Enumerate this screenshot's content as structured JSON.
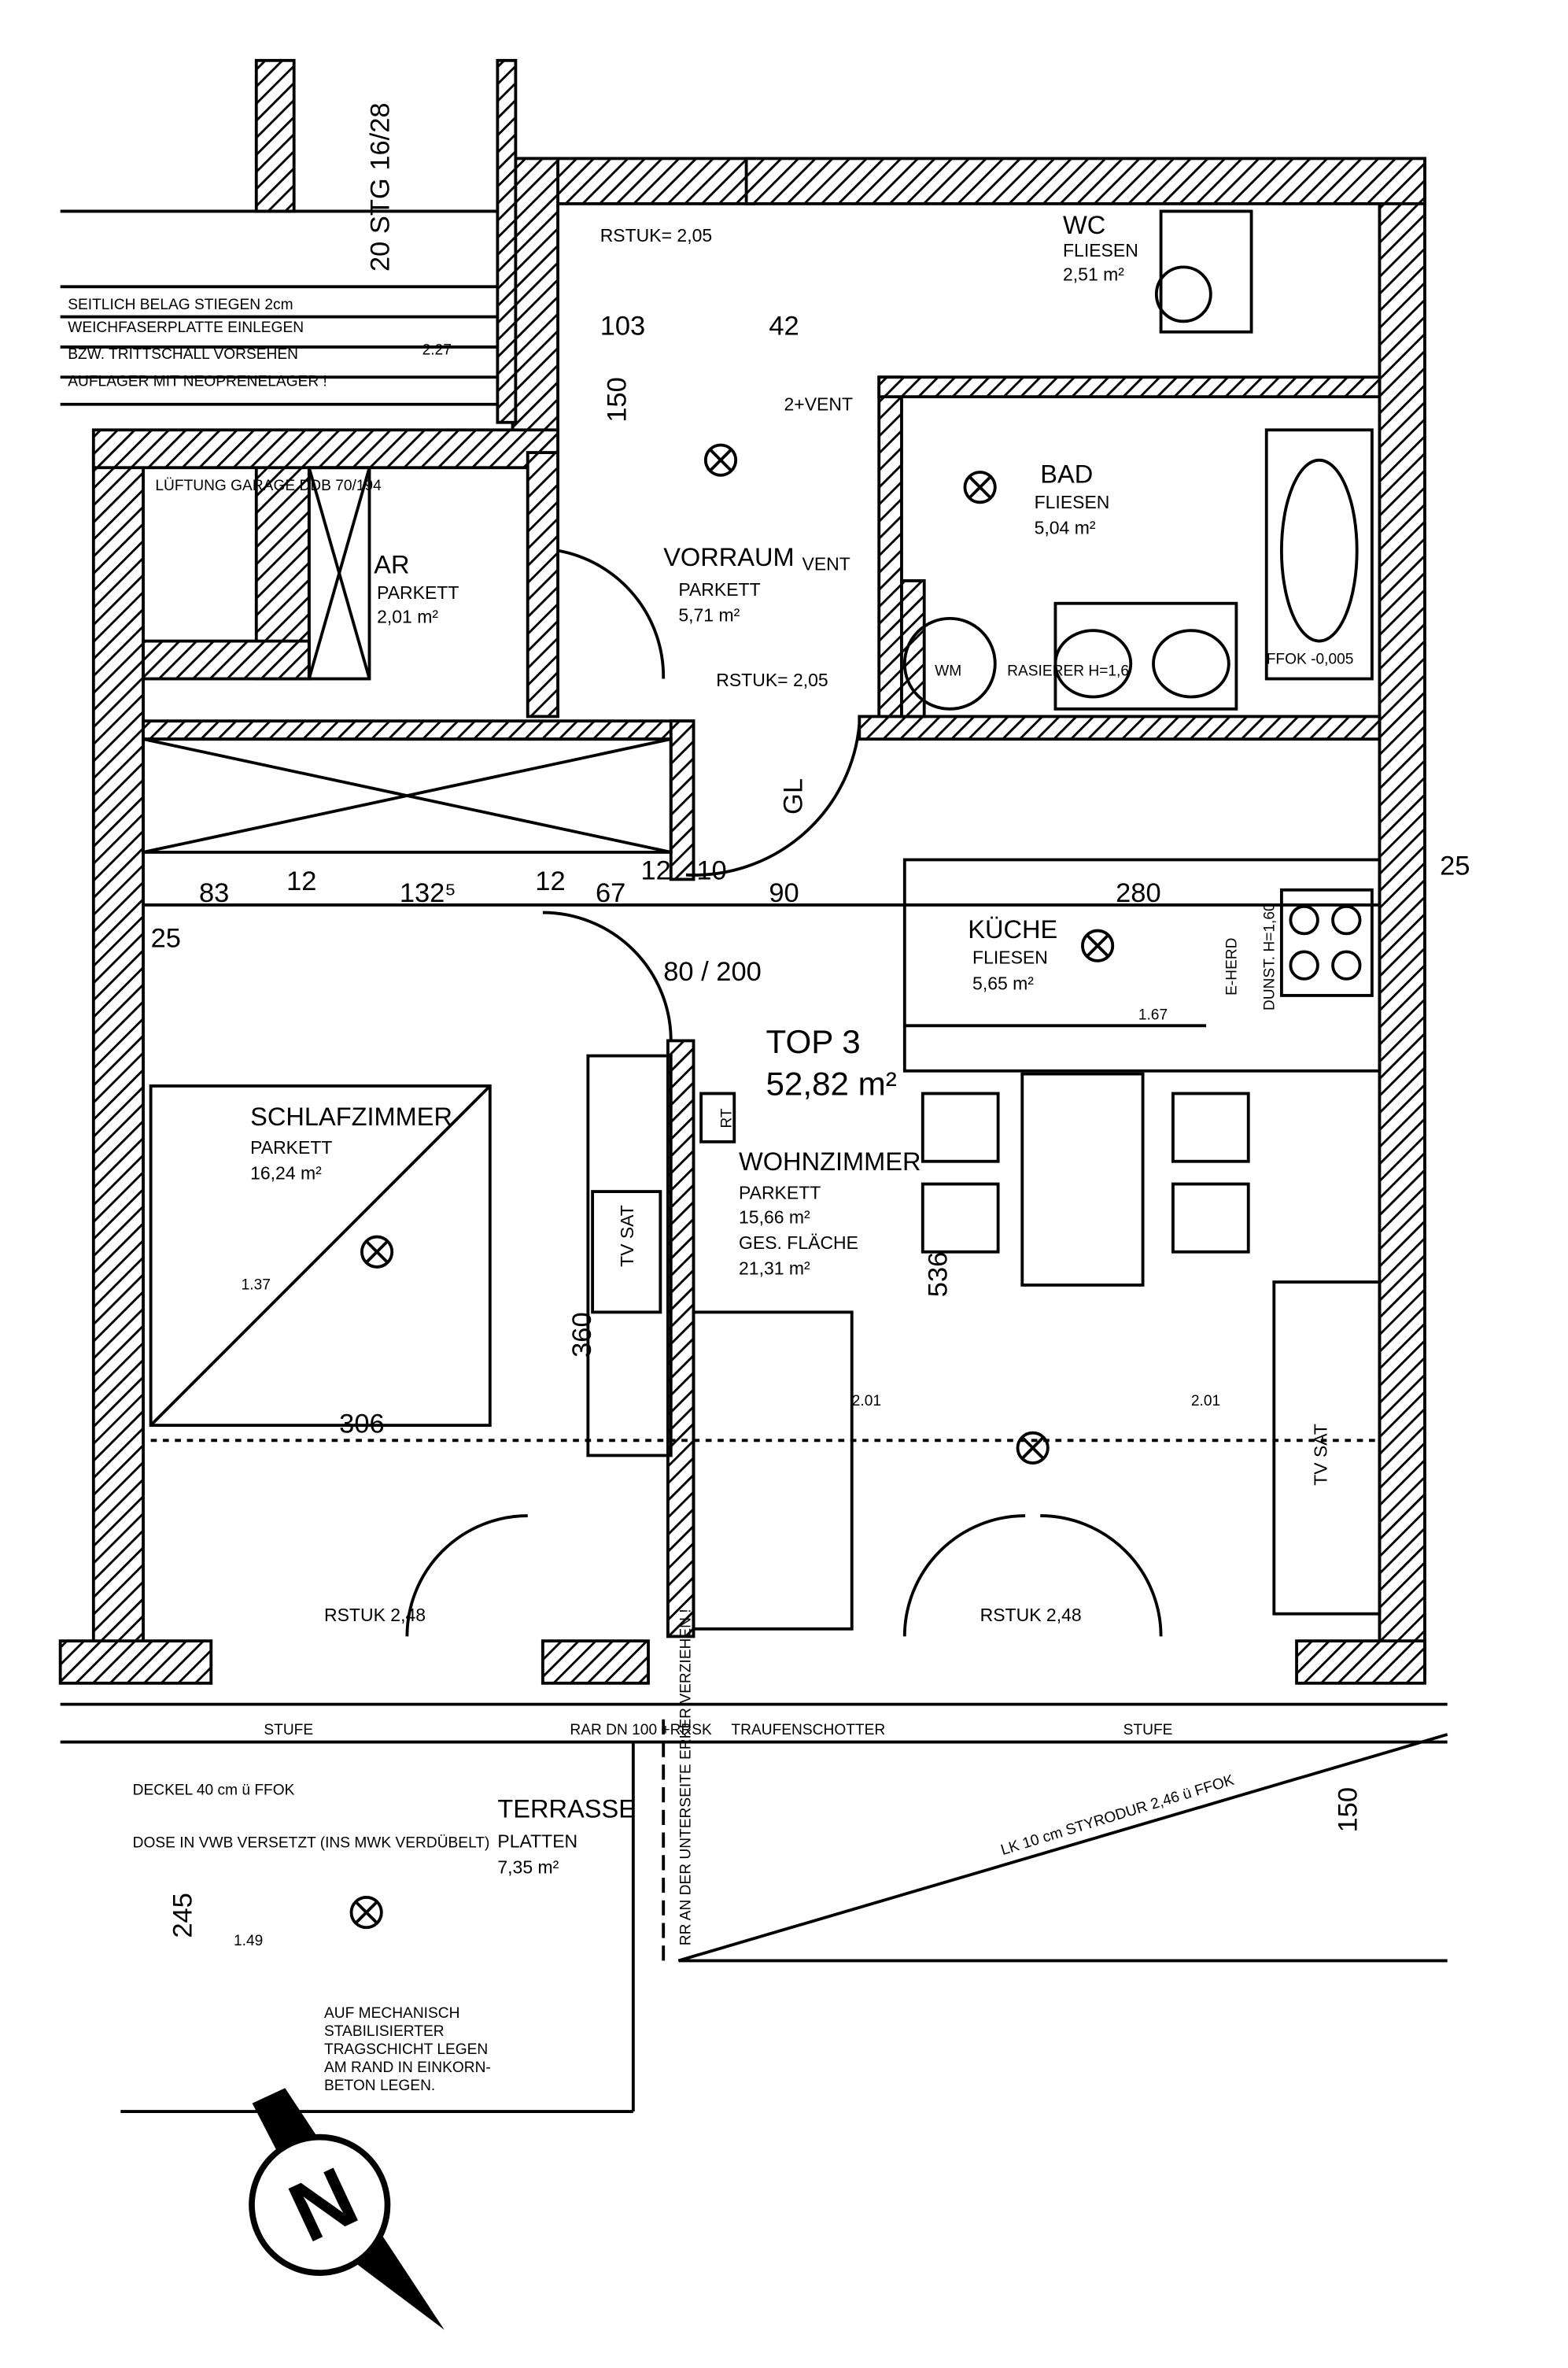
{
  "unit": {
    "title": "TOP 3",
    "area": "52,82 m²"
  },
  "rooms": {
    "schlafzimmer": {
      "name": "SCHLAFZIMMER",
      "floor": "PARKETT",
      "area": "16,24 m²"
    },
    "wohnzimmer": {
      "name": "WOHNZIMMER",
      "floor": "PARKETT",
      "area": "15,66 m²",
      "total_label": "GES. FLÄCHE",
      "total_area": "21,31 m²"
    },
    "vorraum": {
      "name": "VORRAUM",
      "floor": "PARKETT",
      "area": "5,71 m²"
    },
    "kueche": {
      "name": "KÜCHE",
      "floor": "FLIESEN",
      "area": "5,65 m²"
    },
    "bad": {
      "name": "BAD",
      "floor": "FLIESEN",
      "area": "5,04 m²"
    },
    "wc": {
      "name": "WC",
      "floor": "FLIESEN",
      "area": "2,51 m²"
    },
    "ar": {
      "name": "AR",
      "floor": "PARKETT",
      "area": "2,01 m²"
    },
    "terrasse": {
      "name": "TERRASSE",
      "floor": "PLATTEN",
      "area": "7,35 m²"
    }
  },
  "dimensions": {
    "d83": "83",
    "d12a": "12",
    "d1325": "132⁵",
    "d12b": "12",
    "d67": "67",
    "d12c": "12",
    "d10": "10",
    "d90": "90",
    "d280": "280",
    "d25a": "25",
    "d25b": "25",
    "d306": "306",
    "d360": "360",
    "d536": "536",
    "d245": "245",
    "d150": "150",
    "d103": "103",
    "d42": "42",
    "d150v": "150",
    "d167": "1.67",
    "d137": "1.37",
    "d201a": "2.01",
    "d201b": "2.01",
    "d227": "2.27",
    "d149": "1.49"
  },
  "door_labels": {
    "rstuk1": "RSTUK= 2,05",
    "rstuk2": "RSTUK= 2,05",
    "rstuk3": "RSTUK 2,48",
    "rstuk4": "RSTUK 2,48",
    "d80_200": "80 / 200",
    "vent": "VENT",
    "vent2": "2+VENT",
    "gl": "GL"
  },
  "notes": {
    "stairs": "20 STG 16/28",
    "stairs_note1": "SEITLICH BELAG STIEGEN 2cm",
    "stairs_note2": "WEICHFASERPLATTE EINLEGEN",
    "stairs_note3": "BZW. TRITTSCHALL VORSEHEN",
    "stairs_note4": "AUFLAGER MIT NEOPRENELAGER !",
    "lueftung": "LÜFTUNG GARAGE DDB 70/194",
    "ffok": "FFOK -0,005",
    "wm": "WM",
    "rasierer": "RASIERER H=1,6",
    "stufe1": "STUFE",
    "stufe2": "STUFE",
    "traufe": "TRAUFENSCHOTTER",
    "rar": "RAR DN 100 +RRSK",
    "deckel": "DECKEL 40 cm ü FFOK",
    "dose": "DOSE IN VWB VERSETZT (INS MWK VERDÜBELT)",
    "styrodur": "LK 10 cm STYRODUR 2,46 ü FFOK",
    "rr": "RR AN DER UNTERSEITE ERKER VERZIEHEN !",
    "mech1": "AUF MECHANISCH",
    "mech2": "STABILISIERTER",
    "mech3": "TRAGSCHICHT LEGEN",
    "mech4": "AM RAND IN EINKORN-",
    "mech5": "BETON LEGEN.",
    "tvsat": "TV SAT",
    "rt": "RT",
    "e_herd": "E-HERD",
    "dunst": "DUNST. H=1,60",
    "north": "N"
  }
}
